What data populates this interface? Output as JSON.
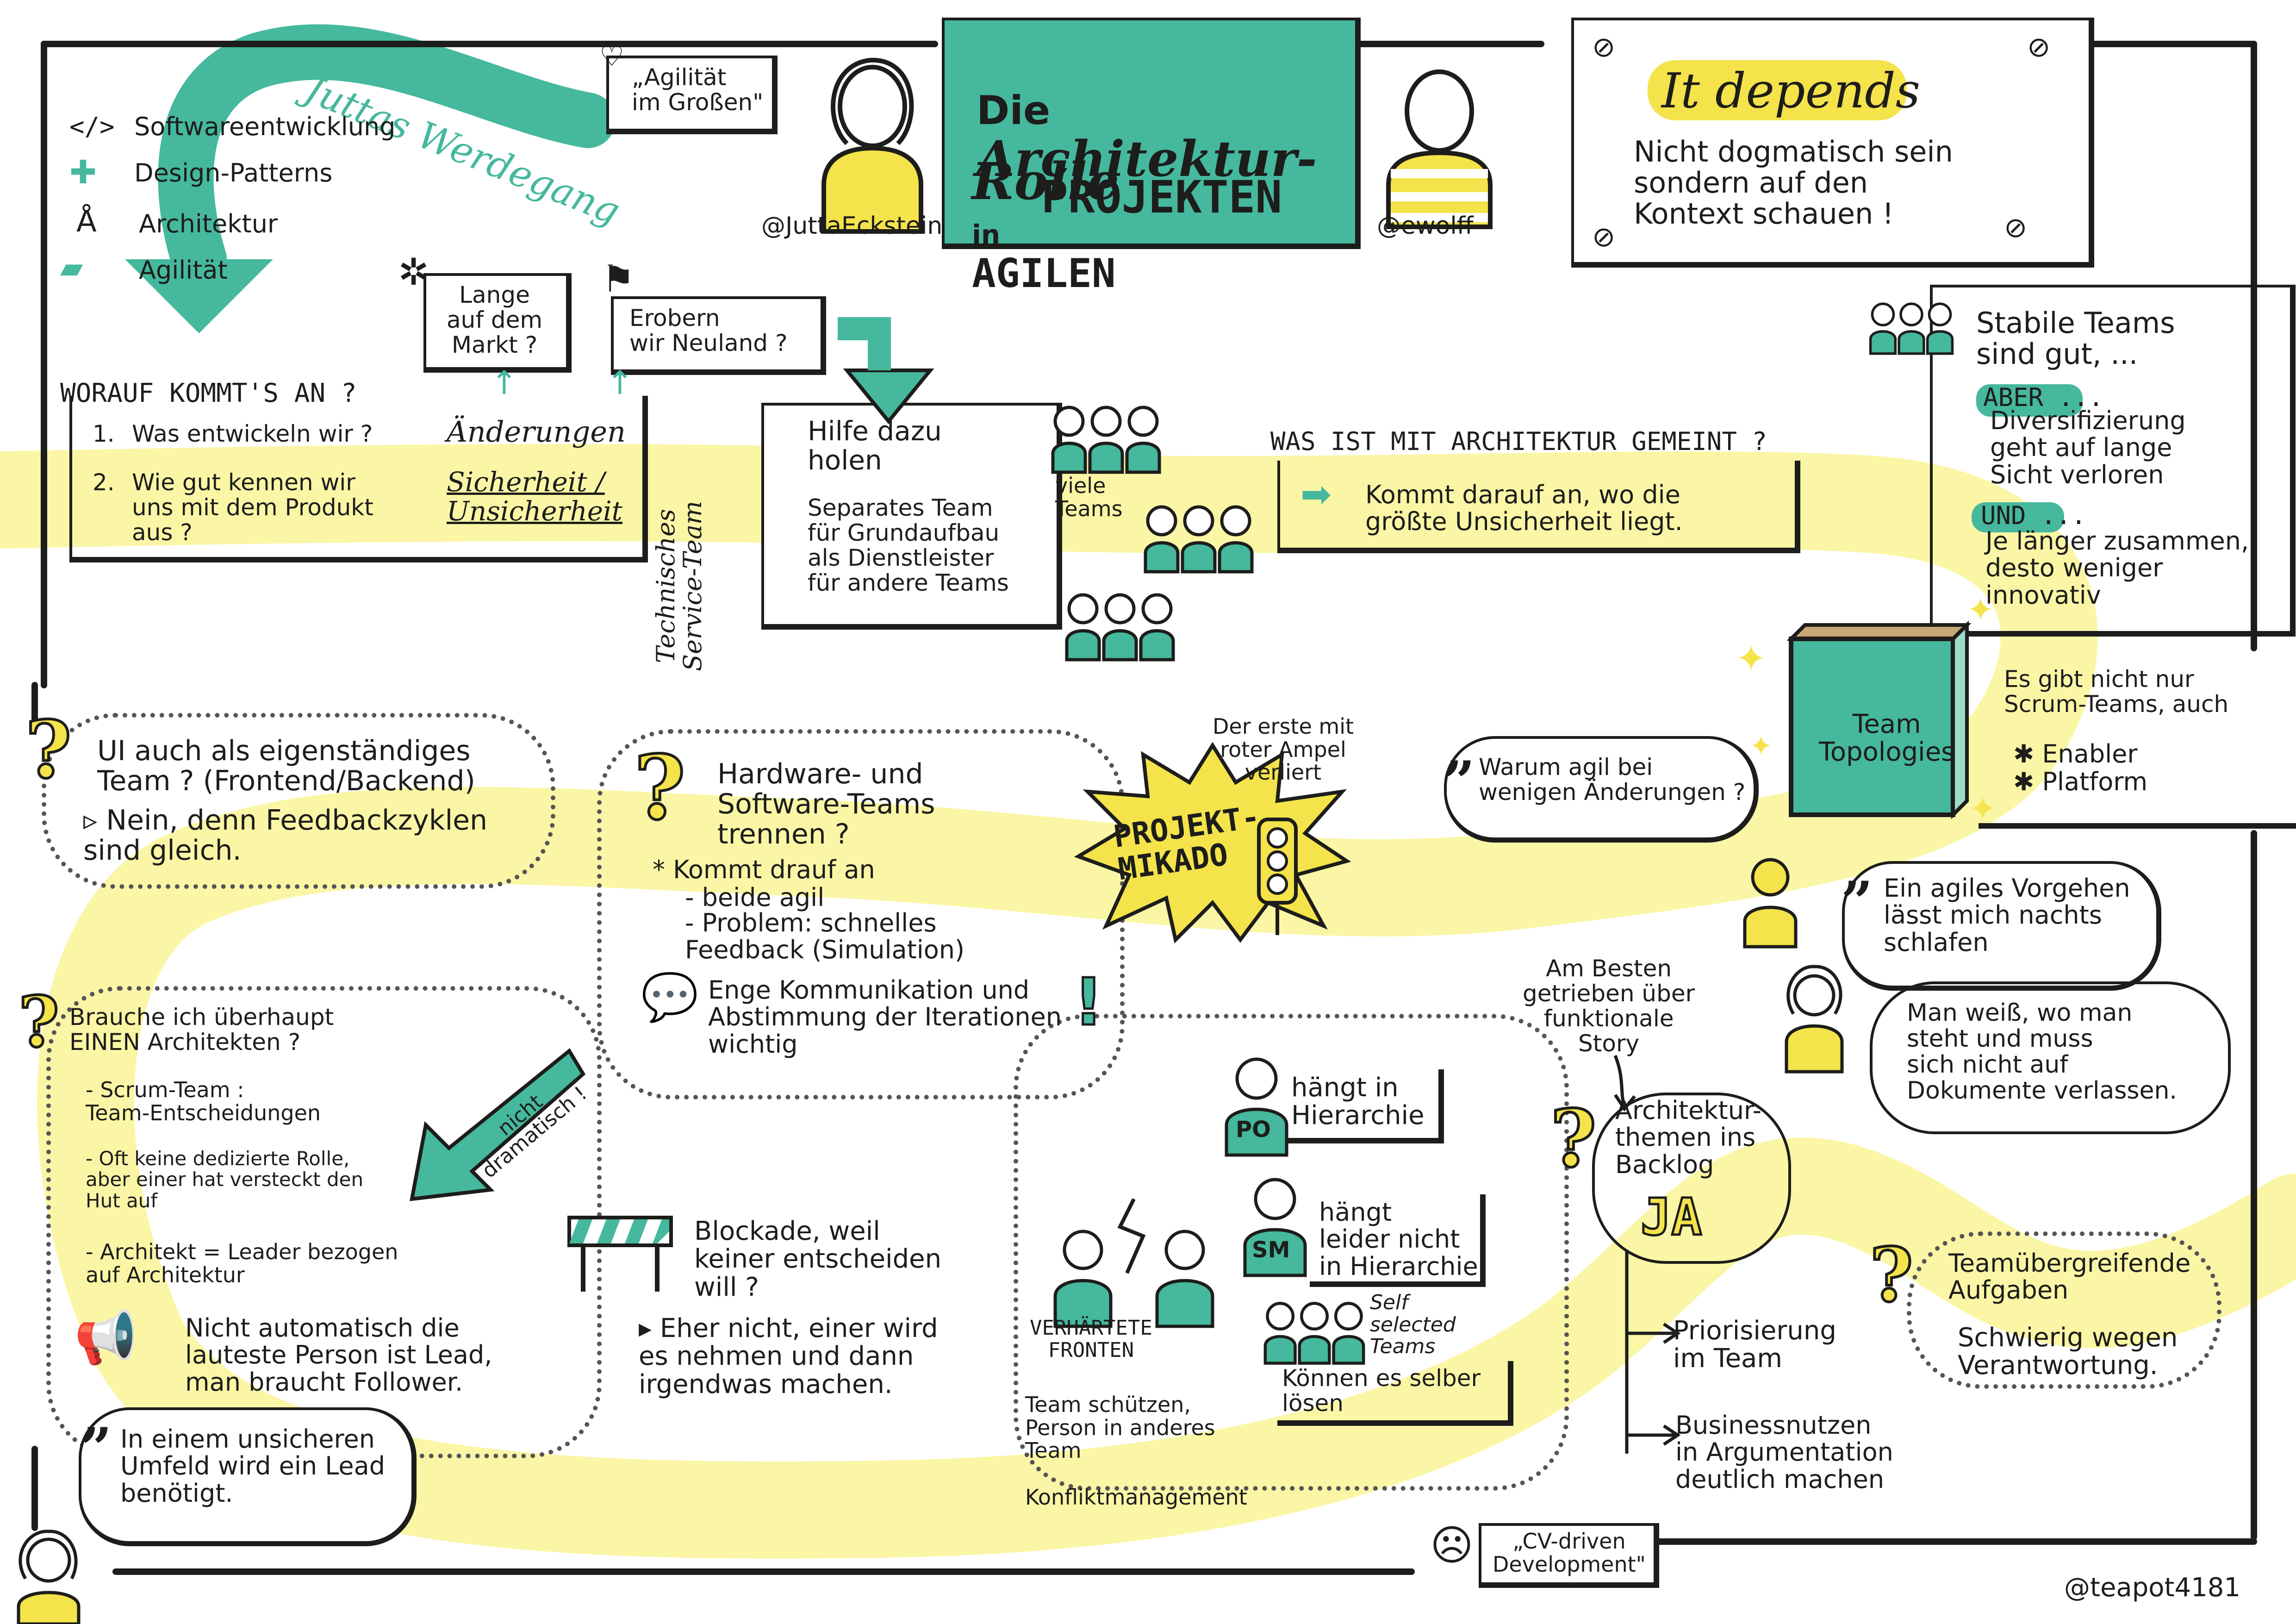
{
  "title": {
    "line1_a": "Die",
    "line1_b": "Architektur-",
    "line2_a": "Rolle",
    "line2_b": "in",
    "line2_c": "AGILEN",
    "line3": "PROJEKTEN"
  },
  "speakers": {
    "left_handle": "@JuttaEckstein",
    "right_handle": "@ewolff",
    "agility_label": "„Agilität\nim Großen\""
  },
  "career_path": {
    "label": "Juttas Werdegang",
    "items": [
      {
        "icon": "code-icon",
        "text": "Softwareentwicklung"
      },
      {
        "icon": "puzzle-icon",
        "text": "Design-Patterns"
      },
      {
        "icon": "compass-icon",
        "text": "Architektur"
      },
      {
        "icon": "running-shoe-icon",
        "text": "Agilität"
      }
    ]
  },
  "it_depends": {
    "headline": "It depends",
    "text": "Nicht dogmatisch sein\nsondern auf den\nKontext schauen !"
  },
  "worauf": {
    "heading": "WORAUF KOMMT'S AN ?",
    "q1_num": "1.",
    "q1": "Was entwickeln wir ?",
    "a1": "Änderungen",
    "q2_num": "2.",
    "q2": "Wie gut kennen wir\nuns mit dem Produkt\naus ?",
    "a2": "Sicherheit /\nUnsicherheit",
    "note1": "Lange\nauf dem\nMarkt ?",
    "note2": "Erobern\nwir Neuland ?"
  },
  "service_team": {
    "side_label": "Technisches\nService-Team",
    "title": "Hilfe dazu\nholen",
    "text": "Separates Team\nfür Grundaufbau\nals Dienstleister\nfür andere Teams",
    "teams_label": "viele\nTeams"
  },
  "architecture_meaning": {
    "heading": "WAS IST MIT ARCHITEKTUR GEMEINT ?",
    "text": "Kommt darauf an, wo die\ngrößte Unsicherheit liegt."
  },
  "stable_teams": {
    "title": "Stabile Teams\nsind gut, ...",
    "aber_label": "ABER ...",
    "aber_text": "Diversifizierung\ngeht auf lange\nSicht verloren",
    "und_label": "UND ...",
    "und_text": "Je länger zusammen,\ndesto weniger\ninnovativ"
  },
  "team_topologies": {
    "book_title": "Team\nTopologies",
    "note": "Es gibt nicht nur\nScrum-Teams, auch",
    "bullet1": "Enabler",
    "bullet2": "Platform"
  },
  "ui_team": {
    "question": "UI auch als eigenständiges\nTeam ? (Frontend/Backend)",
    "answer": "Nein, denn Feedbackzyklen\nsind gleich."
  },
  "hardware": {
    "question": "Hardware- und\nSoftware-Teams\ntrennen ?",
    "bullet_marker": "*",
    "b1": "Kommt drauf an",
    "b2": "- beide agil",
    "b3": "- Problem: schnelles\n  Feedback (Simulation)",
    "b4": "Enge Kommunikation und\nAbstimmung der Iterationen\nwichtig"
  },
  "mikado": {
    "label": "PROJEKT-\nMIKADO",
    "note": "Der erste mit\nroter Ampel\nverliert"
  },
  "warum": {
    "text": "Warum agil bei\nwenigen Änderungen ?"
  },
  "agiles_vorgehen": {
    "text": "Ein agiles Vorgehen\nlässt mich nachts\nschlafen"
  },
  "man_weiss": {
    "text": "Man weiß, wo man\nsteht und muss\nsich nicht auf\nDokumente verlassen."
  },
  "architekt_needed": {
    "question": "Brauche ich überhaupt\nEINEN Architekten ?",
    "b1": "- Scrum-Team :\n    Team-Entscheidungen",
    "b2": "- Oft keine dedizierte Rolle,\n  aber einer hat versteckt den\n  Hut auf",
    "b3": "- Architekt = Leader bezogen\n  auf Architektur",
    "megaphone_text": "Nicht automatisch die\nlauteste Person ist Lead,\nman braucht Follower.",
    "arrow_label": "nicht\ndramatisch !"
  },
  "unsicheres_umfeld": {
    "text": "In einem unsicheren\nUmfeld wird ein Lead\nbenötigt."
  },
  "blockade": {
    "title": "Blockade, weil\nkeiner entscheiden\nwill ?",
    "answer": "Eher nicht, einer wird\nes nehmen und dann\nirgendwas machen."
  },
  "hierarchy": {
    "po_badge": "PO",
    "po_text": "hängt in\nHierarchie",
    "sm_badge": "SM",
    "sm_text": "hängt\nleider nicht\nin Hierarchie",
    "self_selected": "Self\nselected\nTeams",
    "self_text": "Können es selber\nlösen",
    "fronten": "VERHÄRTETE\nFRONTEN",
    "schuetzen": "Team schützen,\nPerson in anderes\nTeam",
    "konflikt": "Konfliktmanagement"
  },
  "backlog": {
    "note": "Am Besten\ngetrieben über\nfunktionale\nStory",
    "question": "Architektur-\nthemen ins\nBacklog",
    "answer": "JA",
    "branch1": "Priorisierung\nim Team",
    "branch2": "Businessnutzen\nin Argumentation\ndeutlich machen"
  },
  "teamuebergreifend": {
    "title": "Teamübergreifende\nAufgaben",
    "text": "Schwierig wegen\nVerantwortung."
  },
  "cv_driven": {
    "text": "„CV-driven\nDevelopment\""
  },
  "signature": {
    "text": "@teapot4181"
  },
  "colors": {
    "teal": "#45b89d",
    "yellow_road": "#faf6a6",
    "yellow_accent": "#f4e34a",
    "ink": "#1d1d1b",
    "grey": "#8a8a8a"
  }
}
